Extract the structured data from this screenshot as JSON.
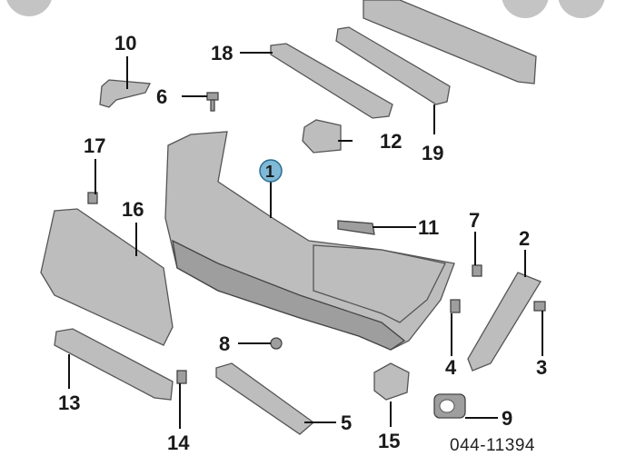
{
  "diagram": {
    "callouts": [
      "10",
      "18",
      "6",
      "12",
      "19",
      "17",
      "1",
      "16",
      "11",
      "7",
      "2",
      "8",
      "4",
      "3",
      "13",
      "14",
      "5",
      "15",
      "9"
    ],
    "diagram_code": "044-11394",
    "highlight_color": "#7fb9d6"
  }
}
